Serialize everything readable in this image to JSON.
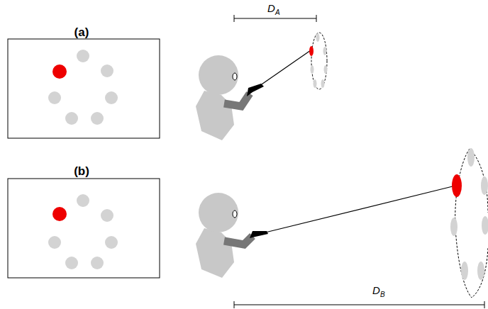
{
  "diagram": {
    "labels": [
      "(a)",
      "(b)",
      "D",
      "A",
      "D",
      "B"
    ]
  }
}
